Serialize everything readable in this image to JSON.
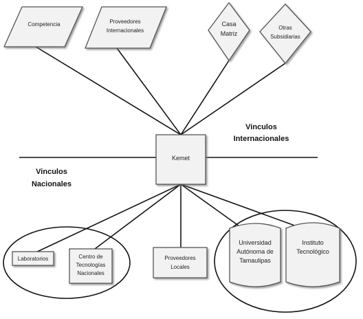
{
  "nodes": {
    "competencia": "Competencia",
    "proveedores_int_1": "Proveedores",
    "proveedores_int_2": "Internacionales",
    "casa_1": "Casa",
    "casa_2": "Matriz",
    "otras_1": "Otras",
    "otras_2": "Subsidiarias",
    "kemet": "Kemet",
    "laboratorios": "Laboratorios",
    "centro_1": "Centro de",
    "centro_2": "Tecnologías",
    "centro_3": "Nacionales",
    "prov_loc_1": "Proveedores",
    "prov_loc_2": "Locales",
    "uat_1": "Universidad",
    "uat_2": "Autónoma de",
    "uat_3": "Tamaulipas",
    "inst_1": "Instituto",
    "inst_2": "Tecnológico"
  },
  "labels": {
    "internacionales_1": "Vinculos",
    "internacionales_2": "Internacionales",
    "nacionales_1": "Vinculos",
    "nacionales_2": "Nacionales"
  }
}
